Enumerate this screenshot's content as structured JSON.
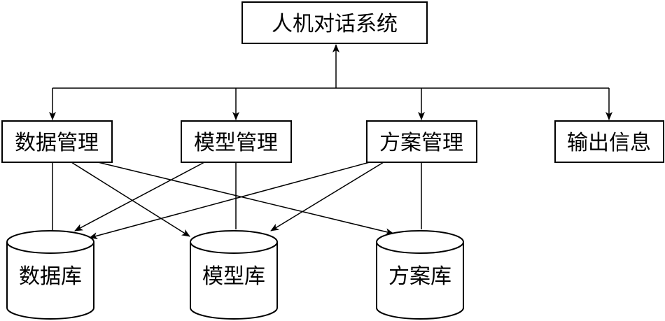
{
  "top": {
    "label": "人机对话系统"
  },
  "modules": [
    {
      "label": "数据管理"
    },
    {
      "label": "模型管理"
    },
    {
      "label": "方案管理"
    },
    {
      "label": "输出信息"
    }
  ],
  "stores": [
    {
      "label": "数据库"
    },
    {
      "label": "模型库"
    },
    {
      "label": "方案库"
    }
  ]
}
